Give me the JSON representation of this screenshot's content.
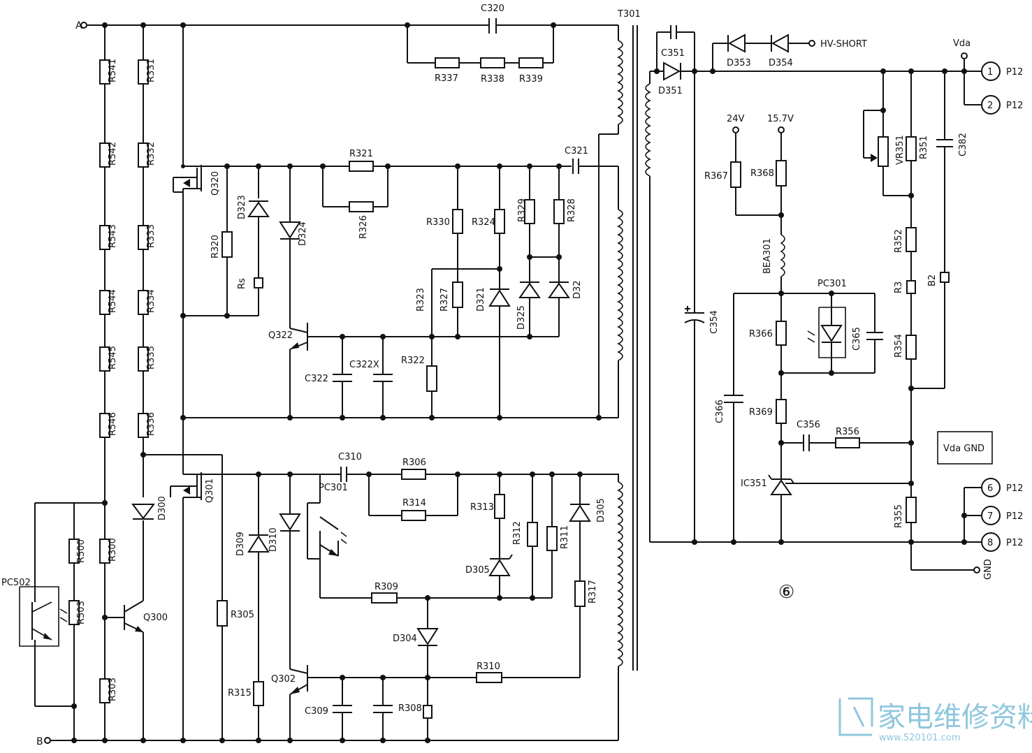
{
  "nodes": {
    "a": "A",
    "b": "B",
    "vda": "Vda",
    "hv_short": "HV-SHORT",
    "v24": "24V",
    "v157": "15.7V",
    "gnd": "GND"
  },
  "transformer": "T301",
  "figure_number": "⑥",
  "box_label": "Vda GND",
  "connectors": [
    {
      "pin": "1",
      "label": "P12"
    },
    {
      "pin": "2",
      "label": "P12"
    },
    {
      "pin": "6",
      "label": "P12"
    },
    {
      "pin": "7",
      "label": "P12"
    },
    {
      "pin": "8",
      "label": "P12"
    }
  ],
  "labels": {
    "R541": "R541",
    "R542": "R542",
    "R543": "R543",
    "R544": "R544",
    "R545": "R545",
    "R546": "R546",
    "R331": "R331",
    "R332": "R332",
    "R333": "R333",
    "R334": "R334",
    "R335": "R335",
    "R336": "R336",
    "R500": "R500",
    "R503": "R503",
    "R300": "R300",
    "R303": "R303",
    "PC502": "PC502",
    "Q300": "Q300",
    "D300": "D300",
    "C320": "C320",
    "R337": "R337",
    "R338": "R338",
    "R339": "R339",
    "Q320": "Q320",
    "R320": "R320",
    "D323": "D323",
    "D324": "D324",
    "Rs": "Rs",
    "R321": "R321",
    "R326": "R326",
    "R330": "R330",
    "R324": "R324",
    "R329": "R329",
    "R328": "R328",
    "C321": "C321",
    "R323": "R323",
    "R327": "R327",
    "D321": "D321",
    "D325": "D325",
    "D32x": "D32",
    "Q322": "Q322",
    "C322": "C322",
    "C322X": "C322X",
    "R322": "R322",
    "Q301": "Q301",
    "C310": "C310",
    "R306": "R306",
    "R314": "R314",
    "PC301L": "PC301",
    "R313": "R313",
    "R312": "R312",
    "R311": "R311",
    "D305a": "D305",
    "D305b": "D305",
    "D309": "D309",
    "D310": "D310",
    "R305": "R305",
    "R315": "R315",
    "R309": "R309",
    "D304": "D304",
    "R310": "R310",
    "Q302": "Q302",
    "C309": "C309",
    "R308": "R308",
    "R317": "R317",
    "C351": "C351",
    "D351": "D351",
    "D353": "D353",
    "D354": "D354",
    "C354": "C354",
    "R367": "R367",
    "R368": "R368",
    "BEA301": "BEA301",
    "PC301R": "PC301",
    "R366": "R366",
    "C365": "C365",
    "C366": "C366",
    "R369": "R369",
    "C356": "C356",
    "R356": "R356",
    "IC351": "IC351",
    "VR351": "VR351",
    "R351": "R351",
    "C382": "C382",
    "R352": "R352",
    "R3": "R3",
    "B2": "B2",
    "R354": "R354",
    "R355": "R355"
  },
  "watermark": {
    "text": "家电维修资料网",
    "url": "www.520101.com"
  }
}
